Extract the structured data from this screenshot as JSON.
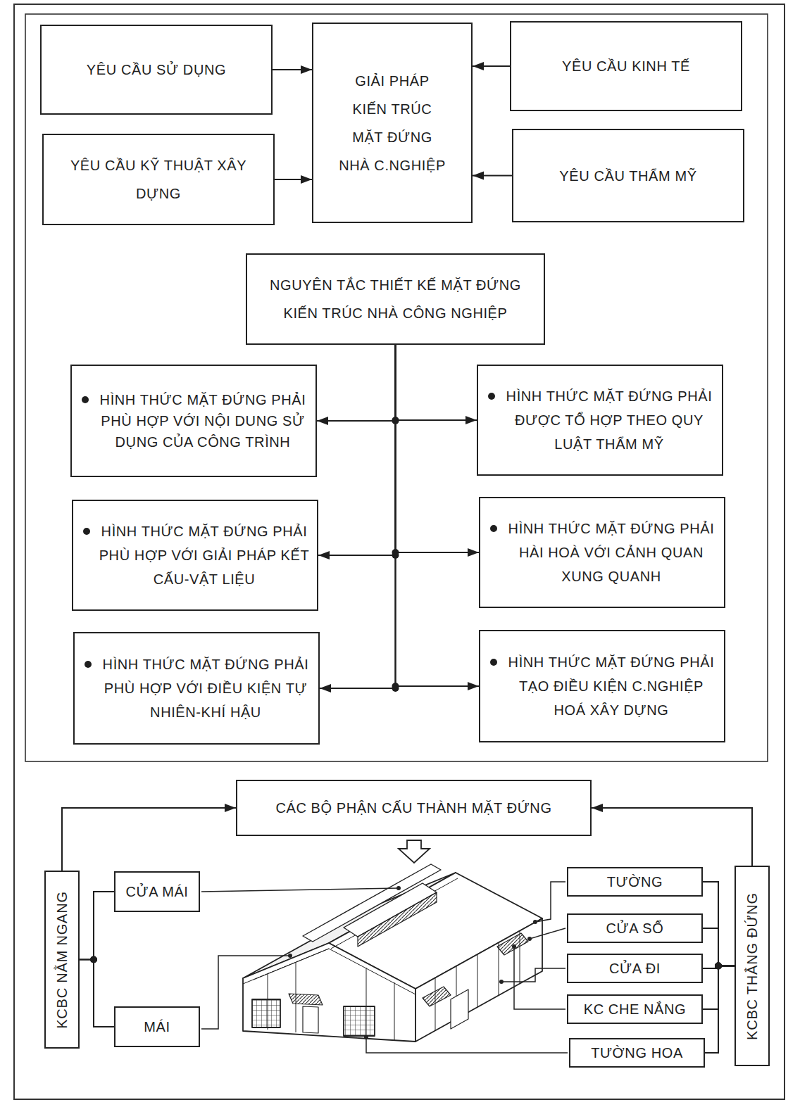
{
  "diagram": {
    "nodes": [
      {
        "text": [
          "YÊU CẦU SỬ DỤNG"
        ]
      },
      {
        "text": [
          "GIẢI PHÁP KIẾN TRÚC MẶT ĐỨNG NHÀ C.NGHIỆP"
        ]
      },
      {
        "text": [
          "YÊU CẦU KINH TẾ"
        ]
      },
      {
        "text": [
          "YÊU CẦU KỸ THUẬT XÂY DỰNG"
        ]
      },
      {
        "text": [
          "YÊU CẦU THẨM MỸ"
        ]
      },
      {
        "text": [
          "NGUYÊN TẮC THIẾT KẾ MẶT ĐỨNG KIẾN TRÚC NHÀ CÔNG NGHIỆP"
        ]
      },
      {
        "text": [
          "HÌNH THỨC MẶT ĐỨNG PHẢI PHÙ HỢP VỚI NỘI DUNG SỬ DỤNG CỦA CÔNG TRÌNH"
        ]
      },
      {
        "text": [
          "HÌNH THỨC MẶT ĐỨNG PHẢI ĐƯỢC TỔ HỢP THEO QUY LUẬT THẨM MỸ"
        ]
      },
      {
        "text": [
          "HÌNH THỨC MẶT ĐỨNG PHẢI PHÙ HỢP VỚI GIẢI PHÁP KẾT CẤU-VẬT LIỆU"
        ]
      },
      {
        "text": [
          "HÌNH THỨC MẶT ĐỨNG PHẢI HÀI HOÀ VỚI CẢNH QUAN XUNG QUANH"
        ]
      },
      {
        "text": [
          "HÌNH THỨC MẶT ĐỨNG PHẢI PHÙ HỢP VỚI ĐIỀU KIỆN TỰ NHIÊN-KHÍ HẬU"
        ]
      },
      {
        "text": [
          "HÌNH THỨC MẶT ĐỨNG PHẢI TẠO ĐIỀU KIỆN C.NGHIỆP HOÁ XÂY DỰNG"
        ]
      },
      {
        "text": [
          "CÁC BỘ PHẬN CẤU THÀNH MẶT ĐỨNG"
        ]
      },
      {
        "text": [
          "KCBC NẰM NGANG"
        ]
      },
      {
        "text": [
          "CỬA MÁI"
        ]
      },
      {
        "text": [
          "MÁI"
        ]
      },
      {
        "text": [
          "TƯỜNG"
        ]
      },
      {
        "text": [
          "CỬA SỔ"
        ]
      },
      {
        "text": [
          "CỬA ĐI"
        ]
      },
      {
        "text": [
          "KC CHE NẮNG"
        ]
      },
      {
        "text": [
          "TƯỜNG HOA"
        ]
      },
      {
        "text": [
          "KCBC THẲNG ĐỨNG"
        ]
      }
    ],
    "edges": [
      {
        "from": 0,
        "to": 1,
        "arrow": "to"
      },
      {
        "from": 2,
        "to": 1,
        "arrow": "to"
      },
      {
        "from": 3,
        "to": 1,
        "arrow": "to"
      },
      {
        "from": 4,
        "to": 1,
        "arrow": "to"
      },
      {
        "from": 5,
        "to": 6,
        "arrow": "to"
      },
      {
        "from": 5,
        "to": 7,
        "arrow": "to"
      },
      {
        "from": 5,
        "to": 8,
        "arrow": "to"
      },
      {
        "from": 5,
        "to": 9,
        "arrow": "to"
      },
      {
        "from": 5,
        "to": 10,
        "arrow": "to"
      },
      {
        "from": 5,
        "to": 11,
        "arrow": "to"
      },
      {
        "from": 13,
        "to": 12,
        "arrow": "to"
      },
      {
        "from": 21,
        "to": 12,
        "arrow": "to"
      },
      {
        "from": 13,
        "to": 14,
        "arrow": "none"
      },
      {
        "from": 13,
        "to": 15,
        "arrow": "none"
      },
      {
        "from": 21,
        "to": 16,
        "arrow": "none"
      },
      {
        "from": 21,
        "to": 17,
        "arrow": "none"
      },
      {
        "from": 21,
        "to": 18,
        "arrow": "none"
      },
      {
        "from": 21,
        "to": 19,
        "arrow": "none"
      },
      {
        "from": 21,
        "to": 20,
        "arrow": "none"
      }
    ]
  }
}
